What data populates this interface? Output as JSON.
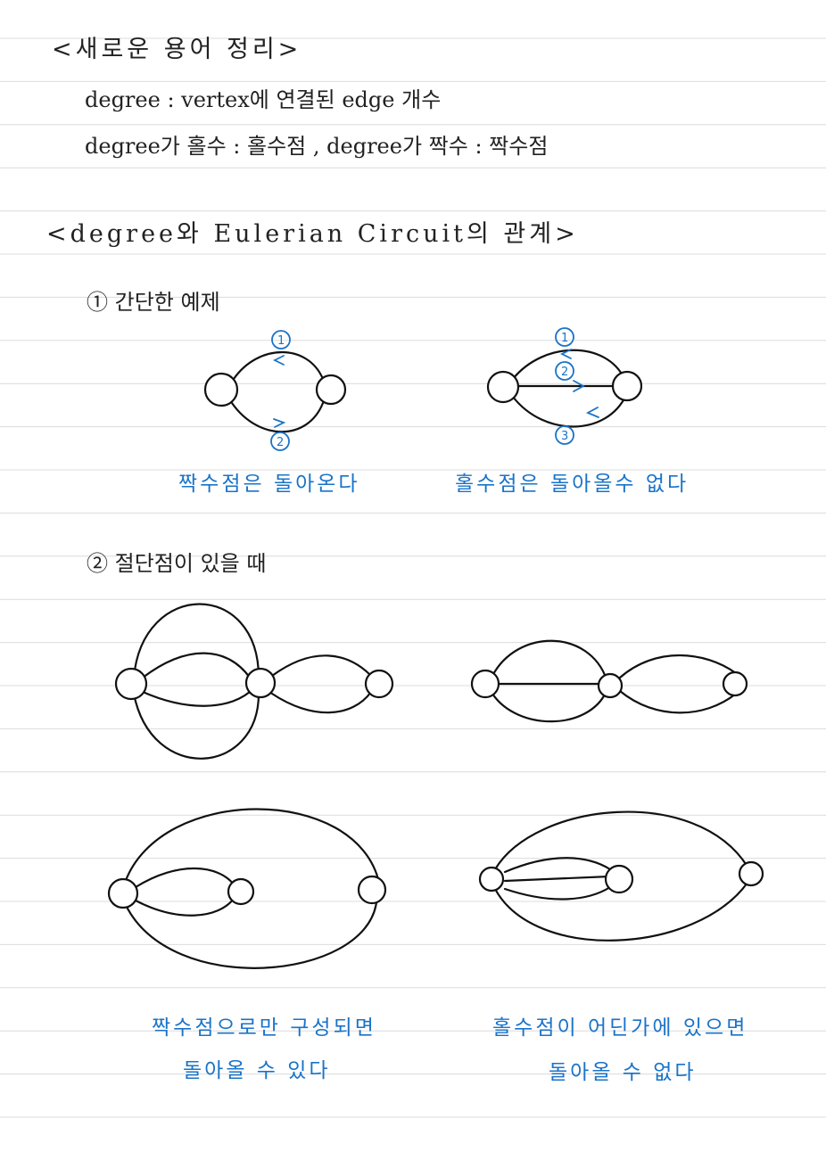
{
  "notes": {
    "title_terms": "<새로운 용어 정리>",
    "line_degree_def": "degree : vertex에 연결된 edge 개수",
    "line_odd_even": "degree가 홀수 : 홀수점 , degree가 짝수 : 짝수점",
    "title_relation": "<degree와 Eulerian Circuit의 관계>",
    "section1_title": "① 간단한 예제",
    "section2_title": "② 절단점이 있을 때",
    "ex1_left_caption": "짝수점은 돌아온다",
    "ex1_right_caption": "홀수점은 돌아올수 없다",
    "bottom_left_caption_line1": "짝수점으로만 구성되면",
    "bottom_left_caption_line2": "돌아올 수 있다",
    "bottom_right_caption_line1": "홀수점이 어딘가에 있으면",
    "bottom_right_caption_line2": "돌아올 수 없다"
  },
  "edge_labels": {
    "ex1_left": [
      "1",
      "2"
    ],
    "ex1_right": [
      "1",
      "2",
      "3"
    ]
  },
  "colors": {
    "ink": "#111111",
    "blue_ink": "#1a73c8",
    "rule_line": "#dcdcdc"
  }
}
